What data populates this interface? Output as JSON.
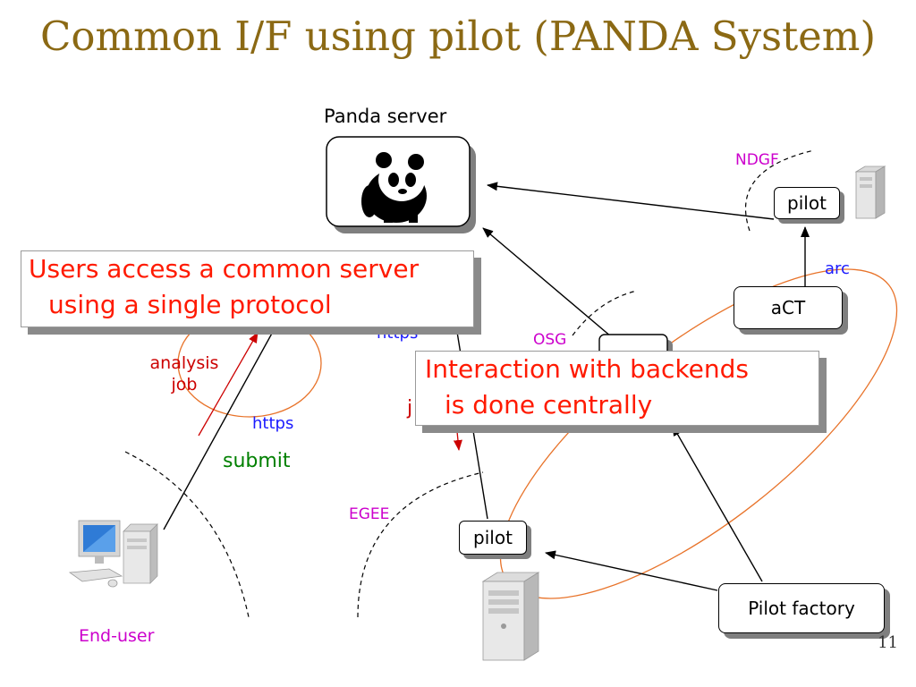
{
  "slide": {
    "title": "Common I/F using pilot (PANDA System)",
    "page_number": "11"
  },
  "labels": {
    "panda_server": "Panda server",
    "ndgf": "NDGF",
    "arc": "arc",
    "osg": "OSG",
    "https_center": "https",
    "https_user": "https",
    "analysis_job_line1": "analysis",
    "analysis_job_line2": "job",
    "submit": "submit",
    "egee": "EGEE",
    "end_user": "End-user",
    "job_fragment": "j"
  },
  "boxes": {
    "pilot_ndgf": "pilot",
    "act": "aCT",
    "pilot_egee": "pilot",
    "pilot_factory": "Pilot factory"
  },
  "callouts": {
    "users_line1": "Users access a common server",
    "users_line2": "using a single protocol",
    "backends_line1": "Interaction with backends",
    "backends_line2": "is done centrally"
  },
  "colors": {
    "title": "#8B6914",
    "callout_text": "#ff1a00",
    "magenta_label": "#cc00cc",
    "blue_label": "#1a1aff",
    "green_label": "#008000",
    "red_label": "#cc0000",
    "ellipse": "#e8732a"
  },
  "icons": {
    "panda": "panda-logo-icon",
    "server": "server-tower-icon",
    "desktop": "desktop-computer-icon"
  }
}
